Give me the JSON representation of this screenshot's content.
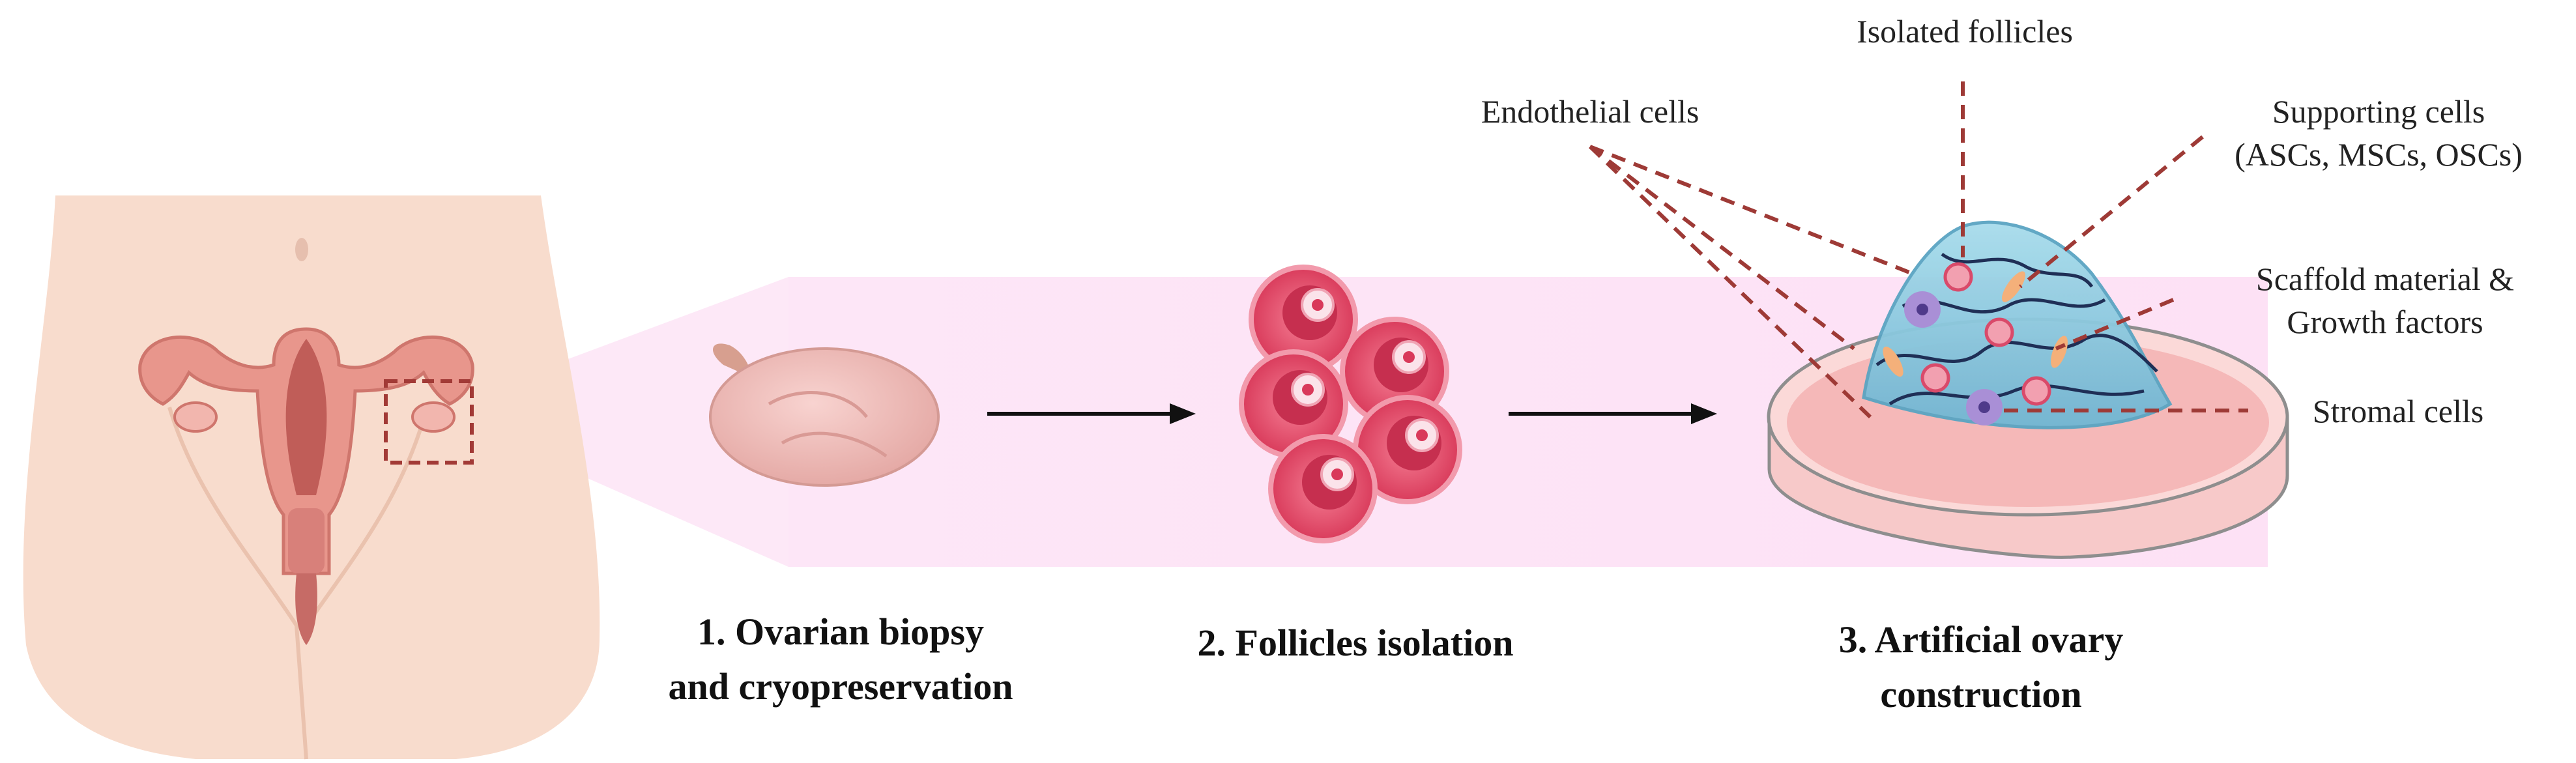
{
  "colors": {
    "skin": "#f6d6c4",
    "uterus": "#e79187",
    "band": "#fde2f6",
    "follicle": "#e24d69",
    "dashes": "#9e3a36",
    "gel": "#8fcbe0",
    "dish": "#f7c6c7"
  },
  "steps": [
    {
      "line1": "1. Ovarian biopsy",
      "line2": "and cryopreservation"
    },
    {
      "line1": "2. Follicles isolation",
      "line2": ""
    },
    {
      "line1": "3. Artificial ovary",
      "line2": "construction"
    }
  ],
  "callouts": {
    "isolated_follicles": {
      "line1": "Isolated follicles"
    },
    "endothelial_cells": {
      "line1": "Endothelial cells"
    },
    "supporting_cells": {
      "line1": "Supporting cells",
      "line2": "(ASCs, MSCs, OSCs)"
    },
    "scaffold_material": {
      "line1": "Scaffold material &",
      "line2": "Growth factors"
    },
    "stromal_cells": {
      "line1": "Stromal cells"
    }
  }
}
